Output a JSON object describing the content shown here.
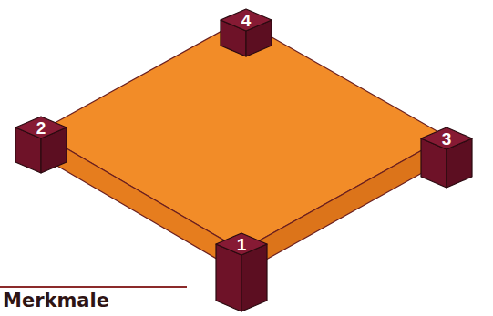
{
  "diagram": {
    "title": "Merkmale",
    "labels": [
      "1",
      "2",
      "3",
      "4"
    ]
  }
}
